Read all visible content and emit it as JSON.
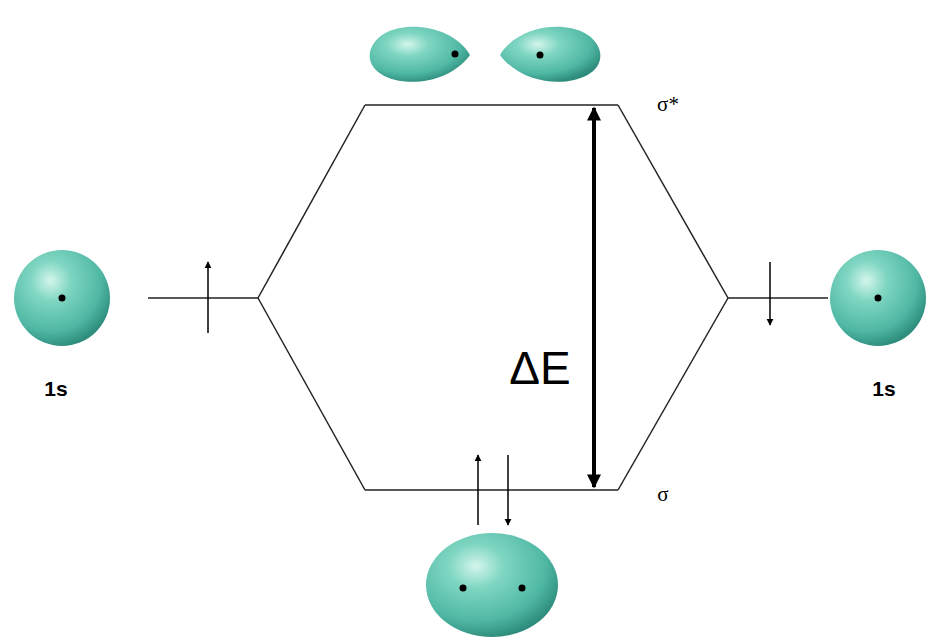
{
  "diagram": {
    "labels": [
      "1s",
      "1s",
      "σ*",
      "σ",
      "ΔE"
    ]
  }
}
